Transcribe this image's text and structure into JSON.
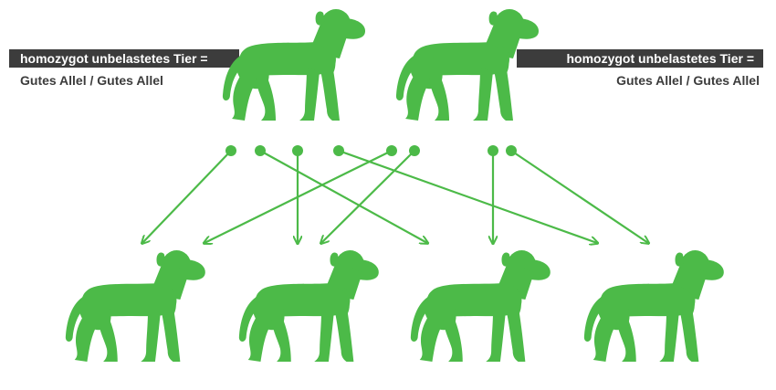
{
  "parents": {
    "left": {
      "status": "homozygot unbelastetes Tier  =",
      "alleles": "Gutes Allel / Gutes Allel"
    },
    "right": {
      "status": "homozygot unbelastetes Tier  =",
      "alleles": "Gutes Allel / Gutes Allel"
    }
  },
  "colors": {
    "dog": "#4cba48",
    "arrow": "#4cba48",
    "label_bar": "#3c3c3c",
    "label_text": "#ffffff",
    "allele_text": "#3c3c3c"
  },
  "icons": {
    "parent_dogs": [
      "dog-silhouette-icon",
      "dog-silhouette-icon"
    ],
    "offspring_dogs": [
      "dog-silhouette-icon",
      "dog-silhouette-icon",
      "dog-silhouette-icon",
      "dog-silhouette-icon"
    ]
  }
}
